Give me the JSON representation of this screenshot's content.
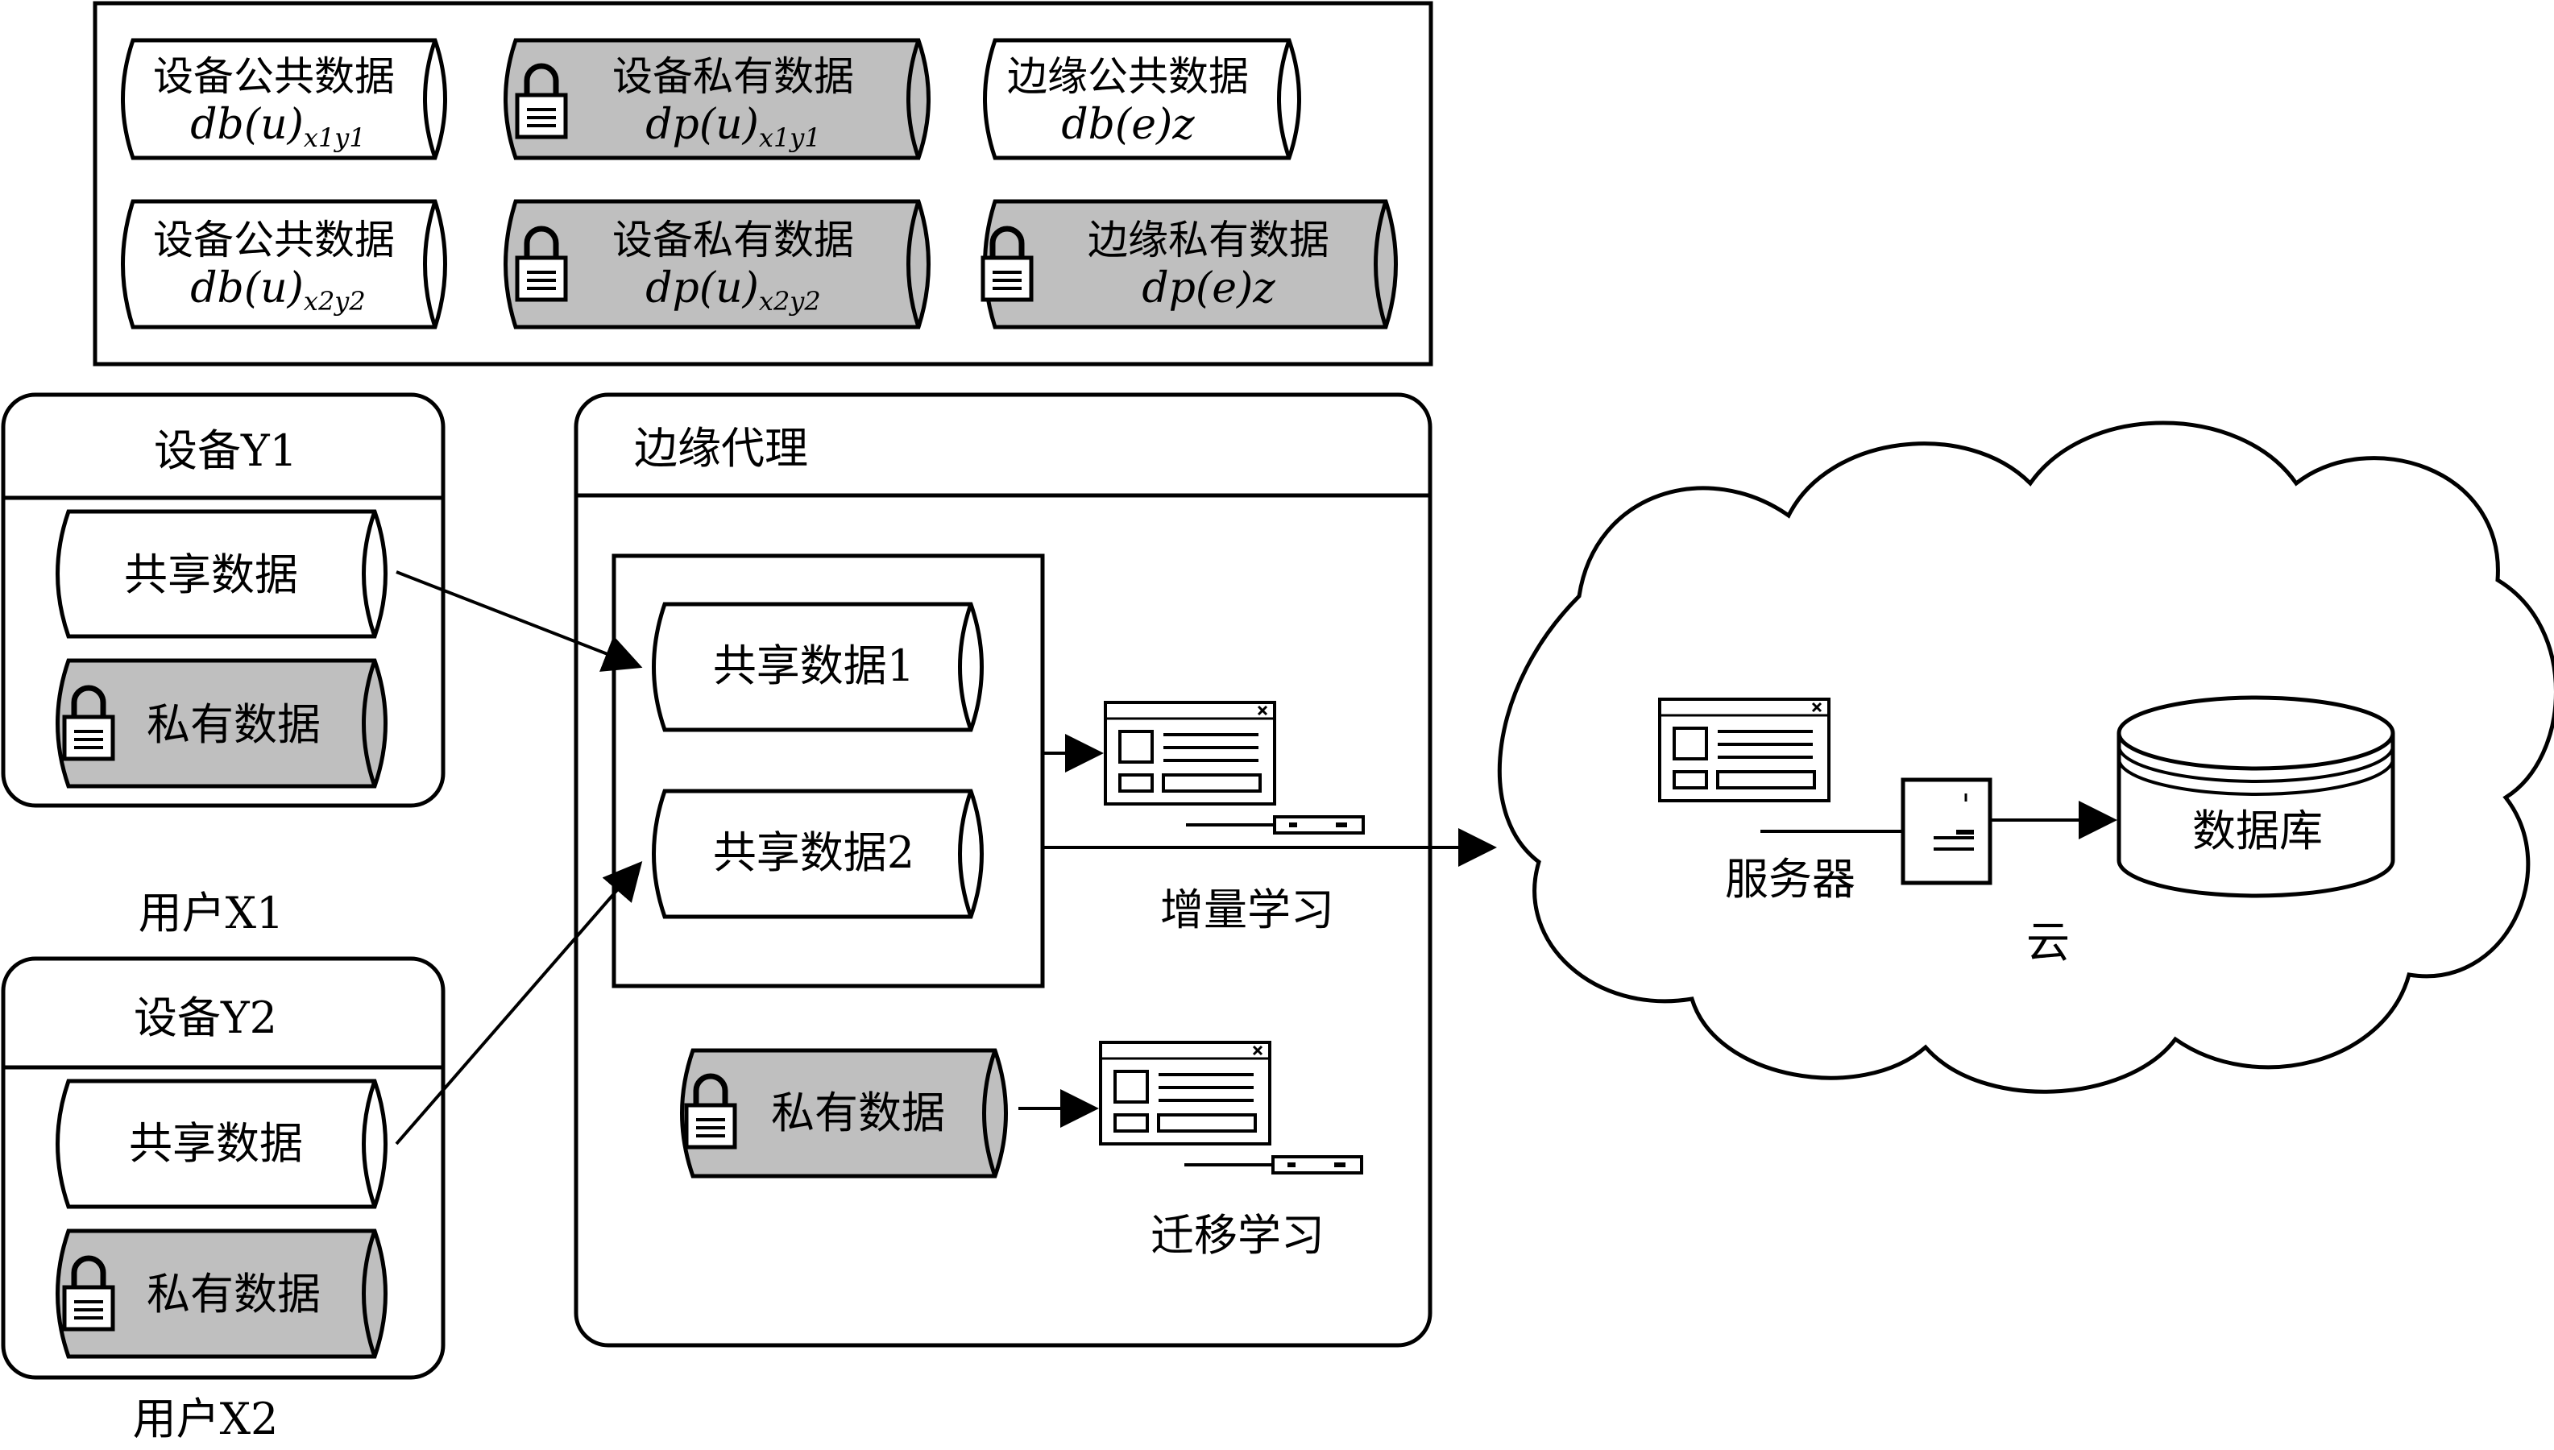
{
  "legend": {
    "items": [
      {
        "title": "设备公共数据",
        "formula": "db(u)",
        "sub": "x1y1",
        "locked": false
      },
      {
        "title": "设备私有数据",
        "formula": "dp(u)",
        "sub": "x1y1",
        "locked": true
      },
      {
        "title": "边缘公共数据",
        "formula": "db(e)z",
        "sub": "",
        "locked": false
      },
      {
        "title": "设备公共数据",
        "formula": "db(u)",
        "sub": "x2y2",
        "locked": false
      },
      {
        "title": "设备私有数据",
        "formula": "dp(u)",
        "sub": "x2y2",
        "locked": true
      },
      {
        "title": "边缘私有数据",
        "formula": "dp(e)z",
        "sub": "",
        "locked": true
      }
    ]
  },
  "device1": {
    "title": "设备Y1",
    "shared": "共享数据",
    "private": "私有数据",
    "user": "用户X1"
  },
  "device2": {
    "title": "设备Y2",
    "shared": "共享数据",
    "private": "私有数据",
    "user": "用户X2"
  },
  "edge": {
    "title": "边缘代理",
    "shared1": "共享数据1",
    "shared2": "共享数据2",
    "private": "私有数据",
    "incremental": "增量学习",
    "transfer": "迁移学习"
  },
  "cloud": {
    "label": "云",
    "server": "服务器",
    "database": "数据库"
  },
  "colors": {
    "locked_fill": "#bfbfbf",
    "stroke": "#000000",
    "background": "#ffffff"
  }
}
